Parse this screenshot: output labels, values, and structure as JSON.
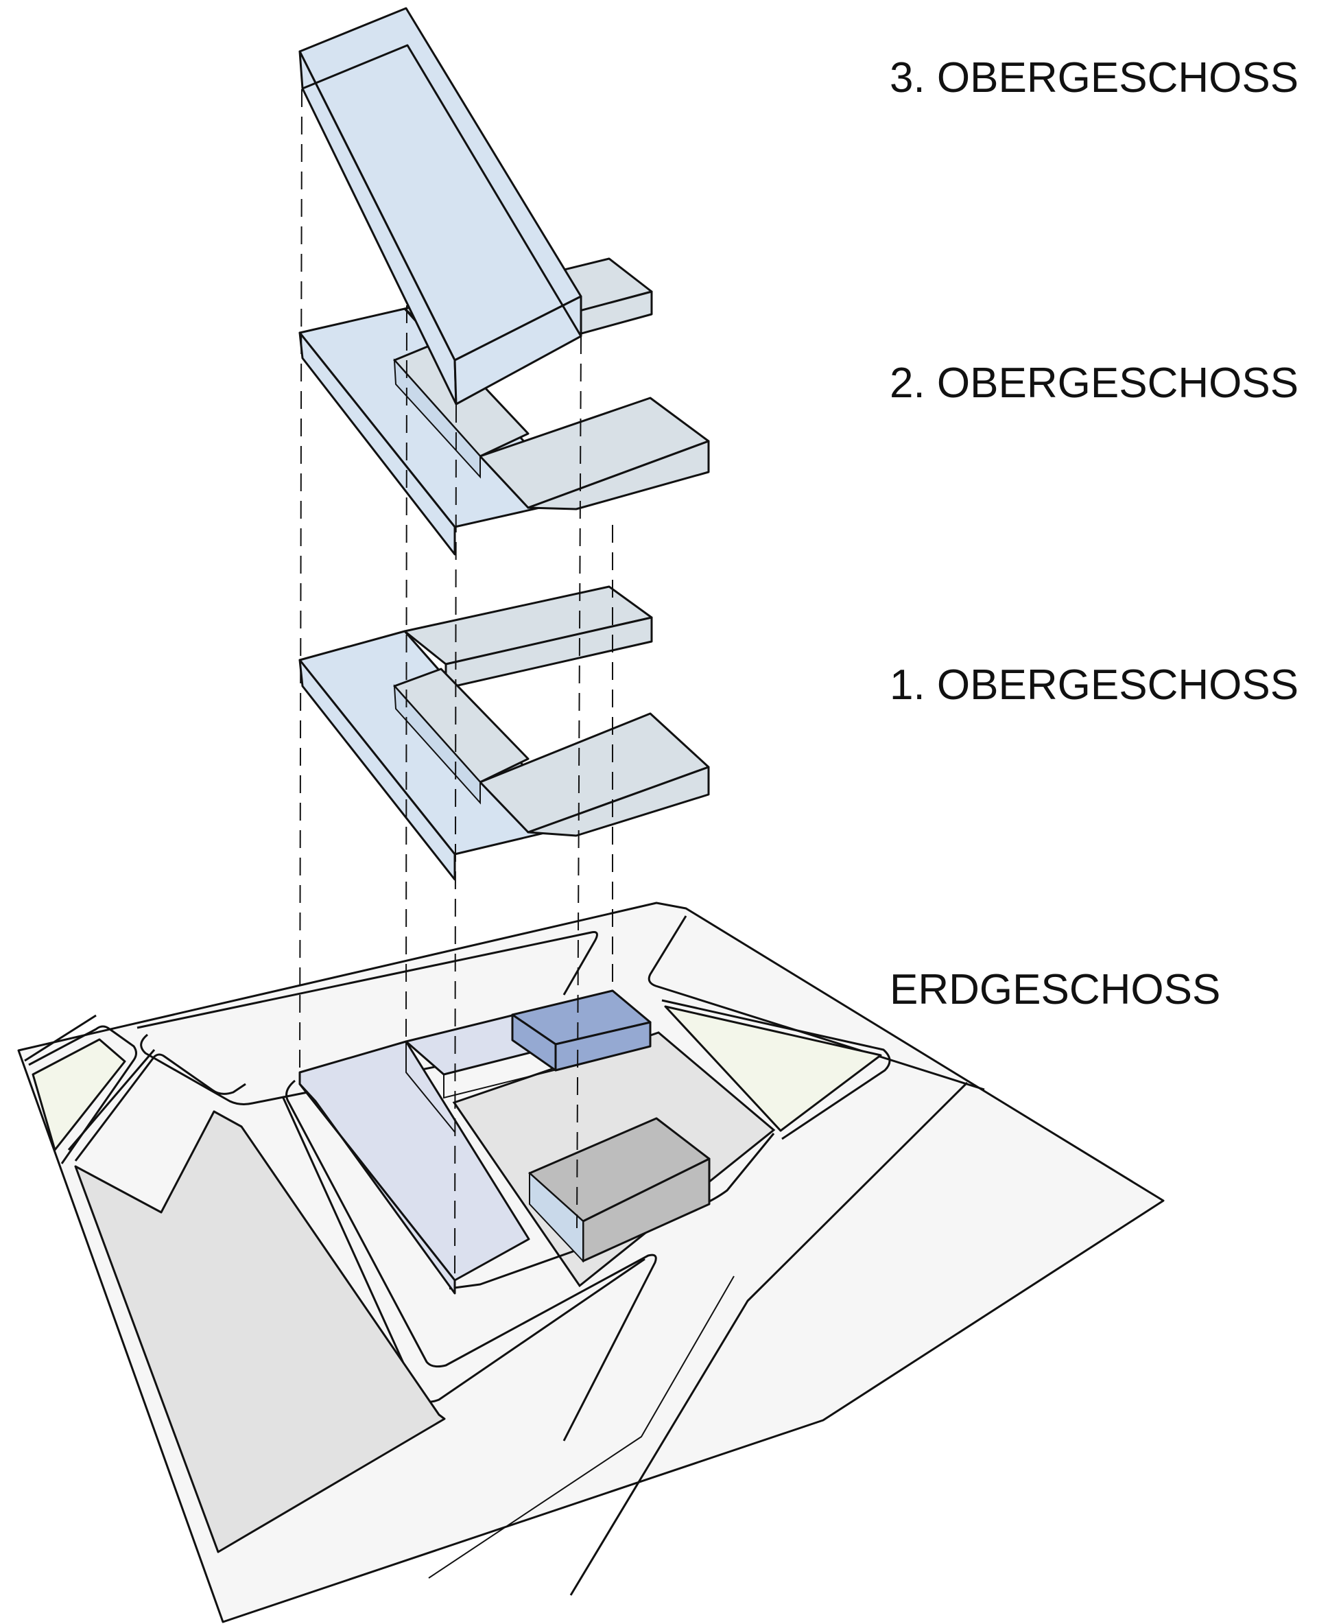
{
  "diagram": {
    "type": "exploded axonometric floor diagram",
    "floors": [
      {
        "id": "og3",
        "label": "3. OBERGESCHOSS"
      },
      {
        "id": "og2",
        "label": "2. OBERGESCHOSS"
      },
      {
        "id": "og1",
        "label": "1. OBERGESCHOSS"
      },
      {
        "id": "eg",
        "label": "ERDGESCHOSS"
      }
    ],
    "colors": {
      "floor_volume": "#d6e3f1",
      "wing_volume": "#d8e0e6",
      "highlight_volume": "#95a9d2",
      "shaded_volume": "#bdbdbd",
      "site_ground": "#f6f6f6",
      "building_lot": "#e2e2e2",
      "green_area": "#f3f6ea",
      "line": "#111111"
    }
  }
}
